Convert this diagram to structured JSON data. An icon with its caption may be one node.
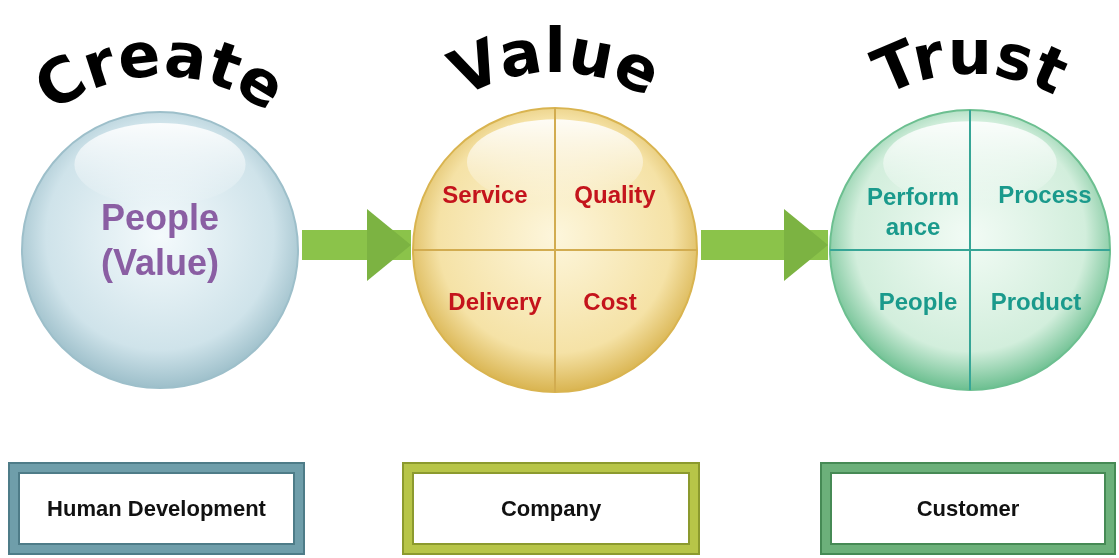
{
  "diagram": {
    "nodes": [
      {
        "text": [
          "Create",
          "People (Value)"
        ]
      },
      {
        "text": [
          "Value",
          "Service",
          "Quality",
          "Delivery",
          "Cost"
        ]
      },
      {
        "text": [
          "Trust",
          "Perform ance",
          "Process",
          "People",
          "Product"
        ]
      },
      {
        "text": [
          "Human Development"
        ]
      },
      {
        "text": [
          "Company"
        ]
      },
      {
        "text": [
          "Customer"
        ]
      }
    ],
    "edges": [
      {
        "from": 0,
        "to": 1,
        "arrow": "to"
      },
      {
        "from": 1,
        "to": 2,
        "arrow": "to"
      }
    ]
  }
}
